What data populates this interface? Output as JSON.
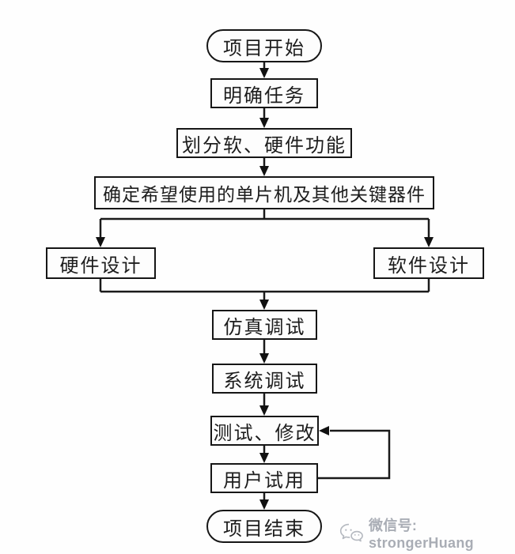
{
  "flowchart": {
    "nodes": {
      "start": "项目开始",
      "clarify": "明确任务",
      "divide": "划分软、硬件功能",
      "mcu": "确定希望使用的单片机及其他关键器件",
      "hardware": "硬件设计",
      "software": "软件设计",
      "simulate": "仿真调试",
      "system": "系统调试",
      "test": "测试、修改",
      "trial": "用户试用",
      "end": "项目结束"
    },
    "edges": [
      {
        "from": "start",
        "to": "clarify"
      },
      {
        "from": "clarify",
        "to": "divide"
      },
      {
        "from": "divide",
        "to": "mcu"
      },
      {
        "from": "mcu",
        "to": "hardware",
        "type": "branch"
      },
      {
        "from": "mcu",
        "to": "software",
        "type": "branch"
      },
      {
        "from": "hardware",
        "to": "simulate",
        "type": "merge"
      },
      {
        "from": "software",
        "to": "simulate",
        "type": "merge"
      },
      {
        "from": "simulate",
        "to": "system"
      },
      {
        "from": "system",
        "to": "test"
      },
      {
        "from": "test",
        "to": "trial"
      },
      {
        "from": "trial",
        "to": "test",
        "type": "feedback"
      },
      {
        "from": "trial",
        "to": "end"
      }
    ],
    "colors": {
      "line": "#1a1a1a",
      "node_border": "#161616",
      "background": "#fefefe",
      "watermark": "#a9adb5"
    }
  },
  "watermark": {
    "icon": "wechat-icon",
    "label": "微信号: strongerHuang"
  }
}
